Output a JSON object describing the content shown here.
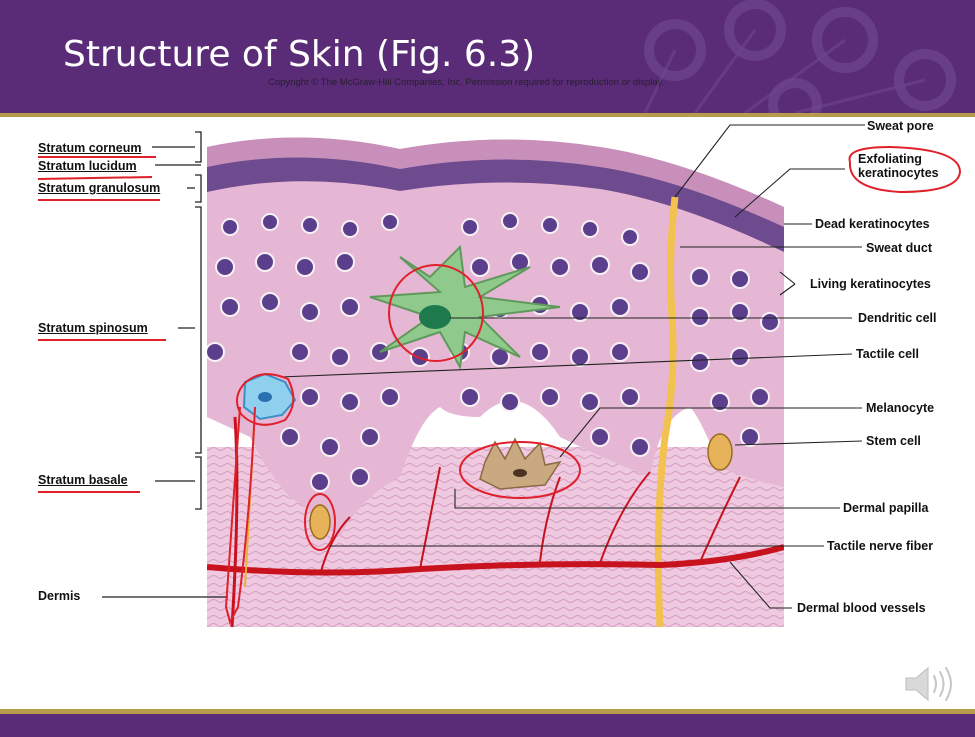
{
  "slide": {
    "title": "Structure of Skin (Fig. 6.3)",
    "copyright": "Copyright © The McGraw-Hill Companies, Inc. Permission required for reproduction or display."
  },
  "labels_left": {
    "stratum_corneum": "Stratum corneum",
    "stratum_lucidum": "Stratum lucidum",
    "stratum_granulosum": "Stratum granulosum",
    "stratum_spinosum": "Stratum spinosum",
    "stratum_basale": "Stratum basale",
    "dermis": "Dermis"
  },
  "labels_right": {
    "sweat_pore": "Sweat pore",
    "exfoliating_keratinocytes": "Exfoliating keratinocytes",
    "dead_keratinocytes": "Dead keratinocytes",
    "sweat_duct": "Sweat duct",
    "living_keratinocytes": "Living keratinocytes",
    "dendritic_cell": "Dendritic cell",
    "tactile_cell": "Tactile cell",
    "melanocyte": "Melanocyte",
    "stem_cell": "Stem cell",
    "dermal_papilla": "Dermal papilla",
    "tactile_nerve_fiber": "Tactile nerve fiber",
    "dermal_blood_vessels": "Dermal blood vessels"
  },
  "colors": {
    "header": "#5a2c78",
    "accent_gold": "#b79a4a",
    "annotation_red": "#e0202a",
    "epidermis_pink": "#e6b7d4",
    "nucleus_purple": "#5b3f8c",
    "dermis_pink": "#eec9df",
    "dendritic_green": "#8fc98c",
    "sweat_duct_yellow": "#f2c14e"
  },
  "icons": {
    "speaker": "speaker-icon"
  }
}
